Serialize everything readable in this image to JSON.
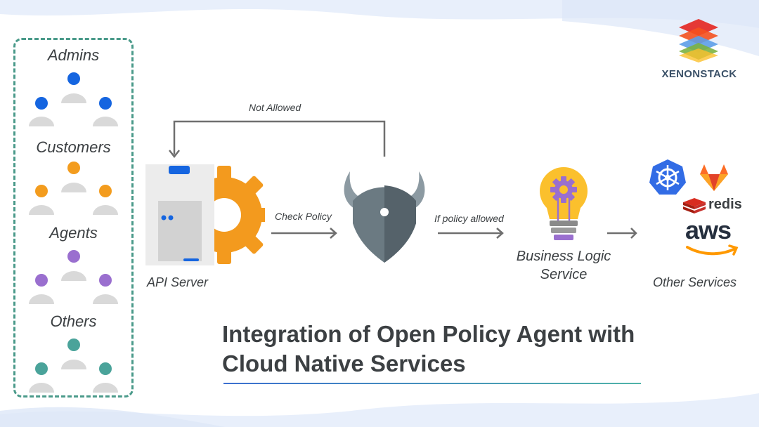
{
  "groups": [
    {
      "label": "Admins",
      "color": "#1565e0"
    },
    {
      "label": "Customers",
      "color": "#f39c1e"
    },
    {
      "label": "Agents",
      "color": "#9a6fcf"
    },
    {
      "label": "Others",
      "color": "#4aa39a"
    }
  ],
  "brand": {
    "name": "XENONSTACK"
  },
  "flow": {
    "not_allowed": "Not Allowed",
    "check_policy": "Check Policy",
    "if_policy_allowed": "If policy allowed"
  },
  "nodes": {
    "api_server": "API Server",
    "business_logic_line1": "Business Logic",
    "business_logic_line2": "Service",
    "other_services": "Other Services"
  },
  "services": {
    "redis": "redis",
    "aws": "aws"
  },
  "title": {
    "line1": "Integration of Open Policy Agent with",
    "line2": "Cloud Native Services"
  },
  "colors": {
    "accent_blue": "#1565e0",
    "gear_orange": "#f39a1e",
    "opa_gray": "#6b7a82"
  }
}
